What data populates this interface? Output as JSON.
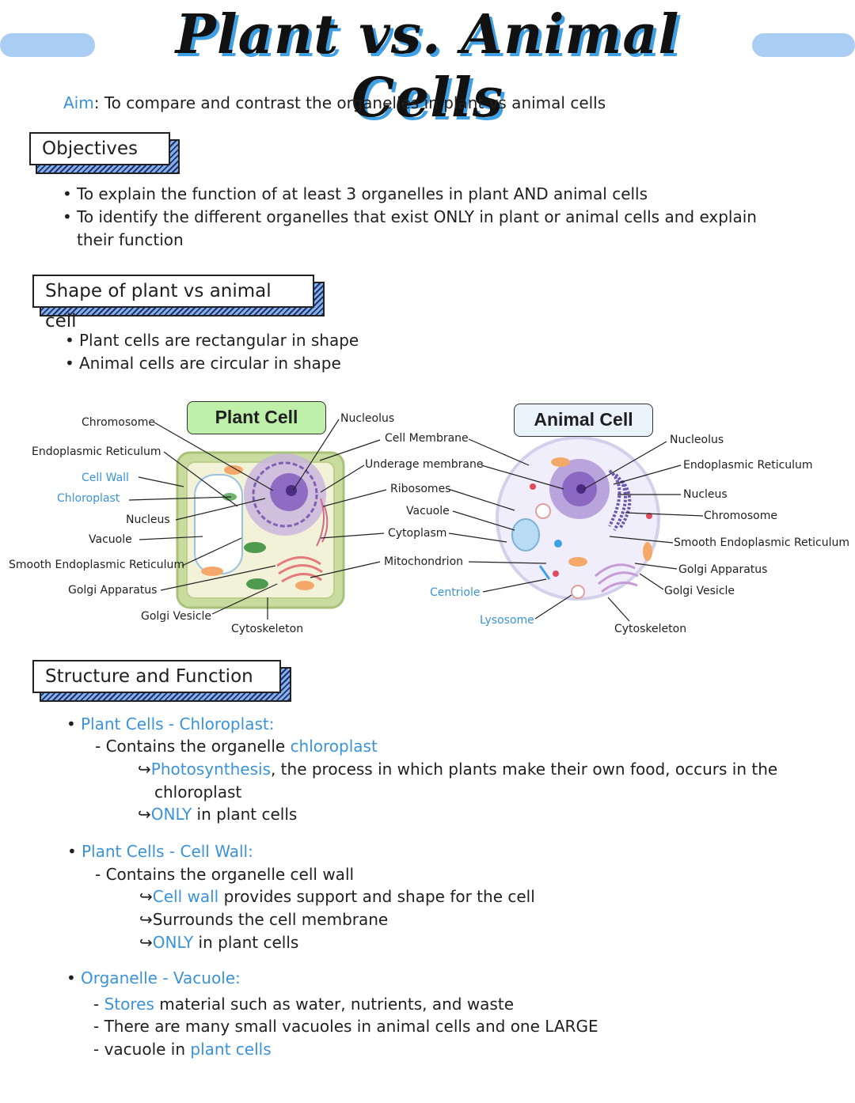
{
  "title": "Plant vs. Animal Cells",
  "aim": {
    "label": "Aim",
    "text": ": To compare and contrast the organelles in plant vs animal cells"
  },
  "objectives": {
    "heading": "Objectives",
    "items": [
      "To explain the function of at least 3 organelles in plant AND animal cells",
      "To identify the different organelles that exist ONLY in plant or animal cells and explain",
      "their function"
    ]
  },
  "shape": {
    "heading": "Shape of plant vs animal cell",
    "items": [
      "Plant cells are rectangular in shape",
      "Animal cells are circular in shape"
    ]
  },
  "plant_diagram": {
    "tag": "Plant Cell",
    "labels": {
      "chromosome": "Chromosome",
      "er": "Endoplasmic Reticulum",
      "cell_wall": "Cell Wall",
      "chloroplast": "Chloroplast",
      "nucleus": "Nucleus",
      "vacuole": "Vacuole",
      "smooth_er": "Smooth Endoplasmic Reticulum",
      "golgi": "Golgi Apparatus",
      "golgi_vesicle": "Golgi Vesicle",
      "cytoskeleton": "Cytoskeleton"
    }
  },
  "shared_labels": {
    "nucleolus": "Nucleolus",
    "cell_membrane": "Cell Membrane",
    "underage_membrane": "Underage membrane",
    "ribosomes": "Ribosomes",
    "vacuole": "Vacuole",
    "cytoplasm": "Cytoplasm",
    "mitochondrion": "Mitochondrion",
    "centriole": "Centriole",
    "lysosome": "Lysosome"
  },
  "animal_diagram": {
    "tag": "Animal Cell",
    "labels": {
      "nucleolus": "Nucleolus",
      "er": "Endoplasmic Reticulum",
      "nucleus": "Nucleus",
      "chromosome": "Chromosome",
      "smooth_er": "Smooth Endoplasmic Reticulum",
      "golgi": "Golgi Apparatus",
      "golgi_vesicle": "Golgi Vesicle",
      "cytoskeleton": "Cytoskeleton"
    }
  },
  "structure": {
    "heading": "Structure and Function",
    "chloroplast": {
      "head": "Plant Cells - Chloroplast:",
      "l1_pre": "- Contains the organelle ",
      "l1_blue": "chloroplast",
      "l2_blue": "Photosynthesis",
      "l2_rest": ", the process in which plants make their own food, occurs in the",
      "l3": "chloroplast",
      "l4_blue": "ONLY",
      "l4_rest": " in plant cells"
    },
    "cell_wall": {
      "head": "Plant Cells - Cell Wall:",
      "l1": "- Contains the organelle cell wall",
      "l2_blue": "Cell wall",
      "l2_rest": " provides support and shape for the cell",
      "l3": "Surrounds the cell membrane",
      "l4_blue": "ONLY",
      "l4_rest": " in plant cells"
    },
    "vacuole": {
      "head": "Organelle - Vacuole:",
      "l1_pre": "- ",
      "l1_blue": "Stores",
      "l1_rest": " material such as water, nutrients, and waste",
      "l2": "- There are many small vacuoles in animal cells and one LARGE",
      "l3_pre": "- vacuole in ",
      "l3_blue": "plant cells"
    }
  },
  "colors": {
    "accent_blue": "#3a93d8",
    "bar_blue": "#a9cdf3",
    "plant_tag": "#bff0a9",
    "animal_tag": "#eaf2fb"
  }
}
